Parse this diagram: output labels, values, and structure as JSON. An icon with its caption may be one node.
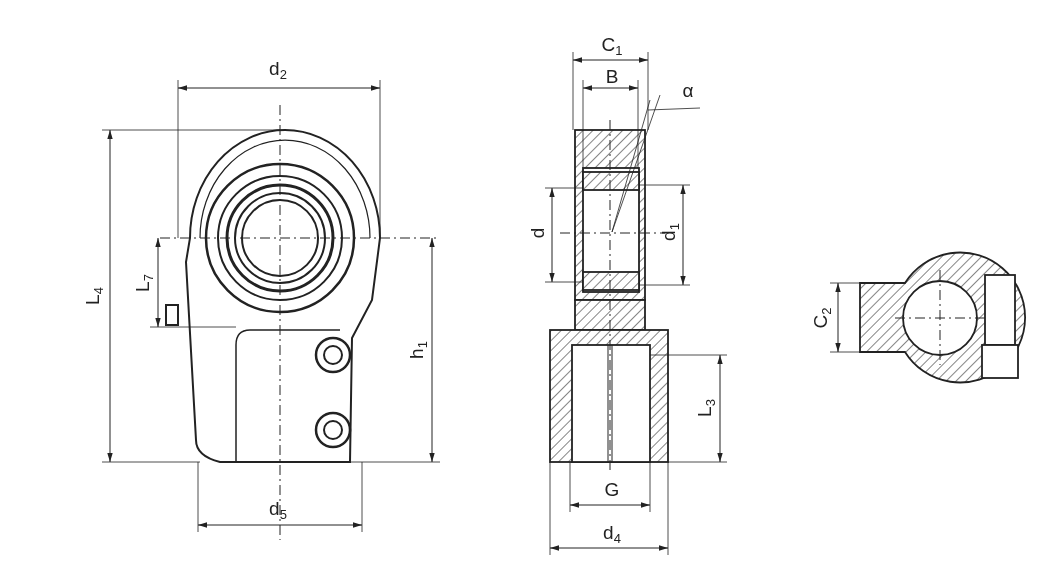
{
  "diagram": {
    "labels": [
      "d$_{2}$",
      "C$_{1}$",
      "B",
      "α",
      "L$_{4}$",
      "d",
      "d$_{1}$",
      "L$_{7}$",
      "h$_{1}$",
      "C$_{2}$",
      "L$_{3}$",
      "G",
      "d$_{5}$",
      "d$_{4}$"
    ]
  }
}
